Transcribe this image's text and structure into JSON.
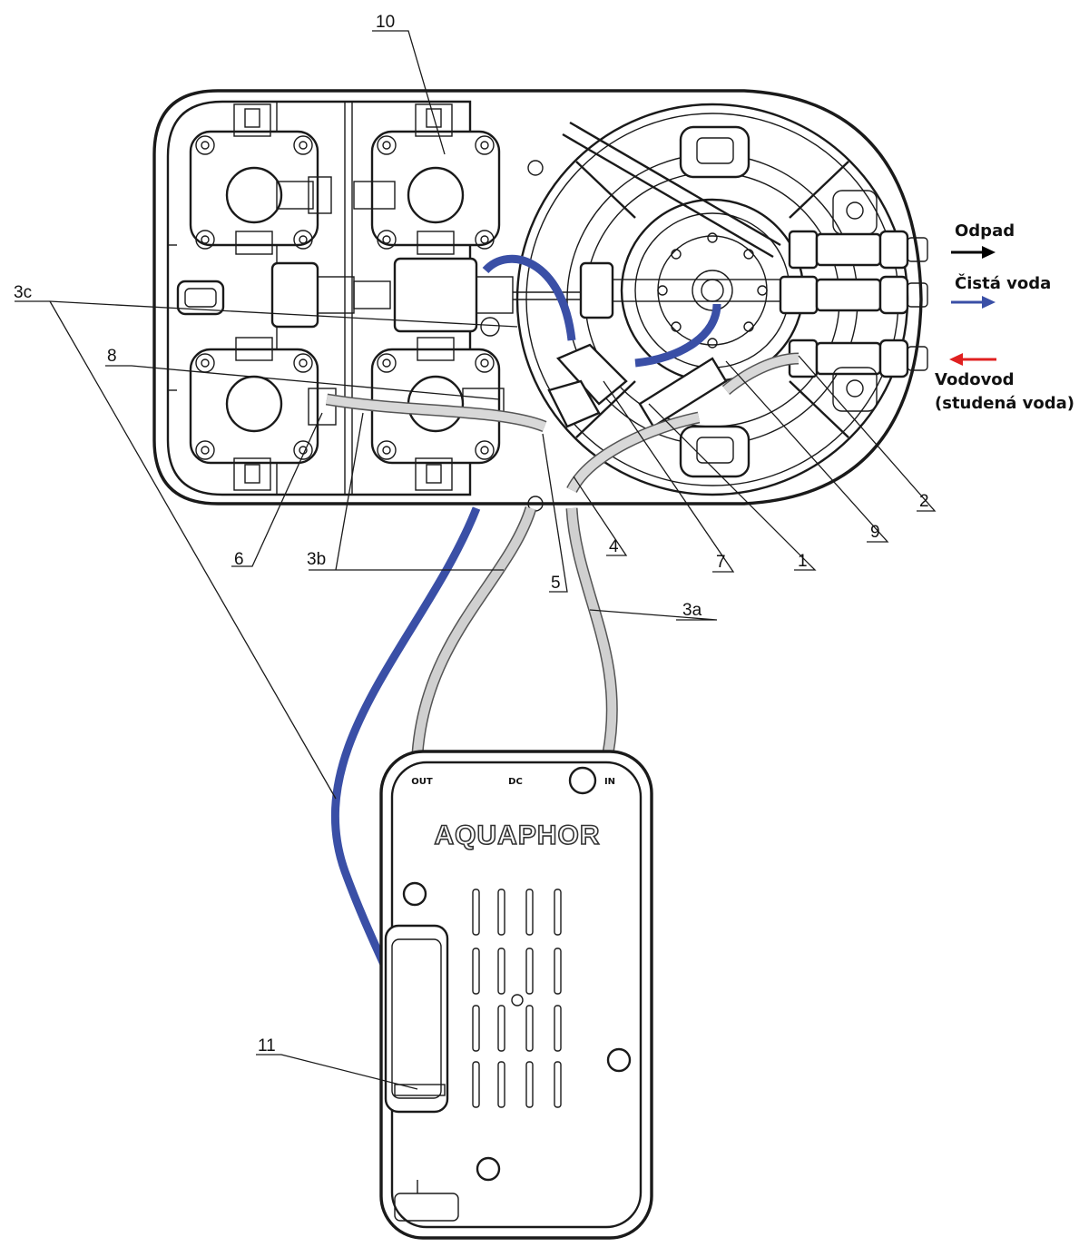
{
  "legend": {
    "waste_label": "Odpad",
    "clean_label": "Čistá voda",
    "supply_label_line1": "Vodovod",
    "supply_label_line2": "(studená voda)",
    "waste_color": "#000000",
    "clean_color": "#3a4fa6",
    "supply_color": "#e02020"
  },
  "callouts": {
    "c1": "1",
    "c2": "2",
    "c3a": "3a",
    "c3b": "3b",
    "c3c": "3c",
    "c4": "4",
    "c5": "5",
    "c6": "6",
    "c7": "7",
    "c8": "8",
    "c9": "9",
    "c10": "10",
    "c11": "11"
  },
  "pump": {
    "brand": "AQUAPHOR",
    "port_out": "OUT",
    "port_dc": "DC",
    "port_in": "IN"
  },
  "colors": {
    "clean_tube": "#3a4fa6",
    "grey_tube": "#cfcfcf",
    "outline": "#1a1a1a"
  }
}
